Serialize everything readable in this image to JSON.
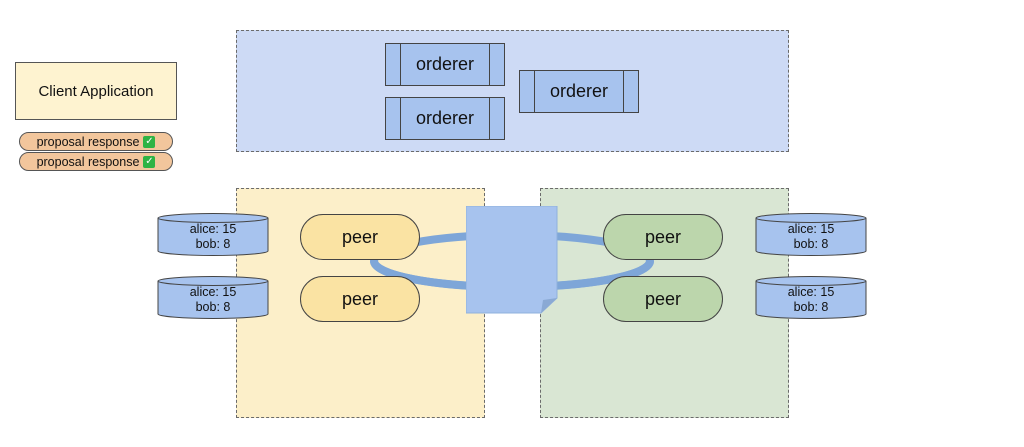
{
  "client": {
    "label": "Client Application"
  },
  "responses": [
    {
      "label": "proposal response",
      "icon": "check-mark-icon"
    },
    {
      "label": "proposal response",
      "icon": "check-mark-icon"
    }
  ],
  "orderers": [
    {
      "label": "orderer"
    },
    {
      "label": "orderer"
    },
    {
      "label": "orderer"
    }
  ],
  "org1": {
    "peers": [
      {
        "label": "peer"
      },
      {
        "label": "peer"
      }
    ],
    "ledgers": [
      {
        "line1": "alice: 15",
        "line2": "bob: 8"
      },
      {
        "line1": "alice: 15",
        "line2": "bob: 8"
      }
    ]
  },
  "org2": {
    "peers": [
      {
        "label": "peer"
      },
      {
        "label": "peer"
      }
    ],
    "ledgers": [
      {
        "line1": "alice: 15",
        "line2": "bob: 8"
      },
      {
        "line1": "alice: 15",
        "line2": "bob: 8"
      }
    ]
  },
  "colors": {
    "orderer_zone": "#cddaf5",
    "org1_zone": "#fcefc9",
    "org2_zone": "#d9e6d3",
    "ring": "#7ea6d8",
    "document": "#a7c3ee"
  }
}
